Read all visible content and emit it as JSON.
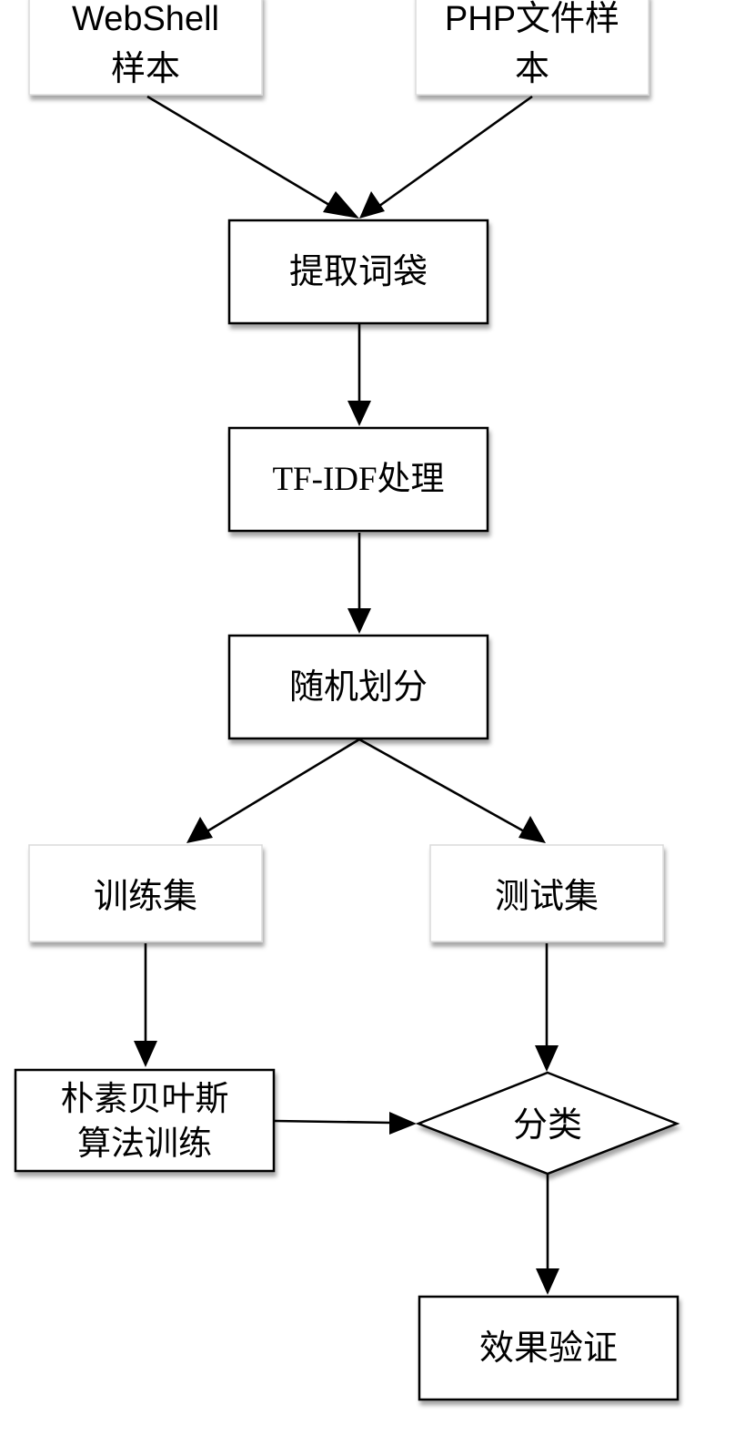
{
  "nodes": {
    "webshell": {
      "line1": "WebShell",
      "line2": "样本"
    },
    "php": {
      "line1": "PHP文件样",
      "line2": "本"
    },
    "bag": {
      "label": "提取词袋"
    },
    "tfidf": {
      "label": "TF-IDF处理"
    },
    "split": {
      "label": "随机划分"
    },
    "train": {
      "label": "训练集"
    },
    "test": {
      "label": "测试集"
    },
    "bayes": {
      "line1": "朴素贝叶斯",
      "line2": "算法训练"
    },
    "classify": {
      "label": "分类"
    },
    "verify": {
      "label": "效果验证"
    }
  },
  "colors": {
    "stroke": "#000000",
    "soft_box_border": "#dadada",
    "background": "#ffffff"
  }
}
